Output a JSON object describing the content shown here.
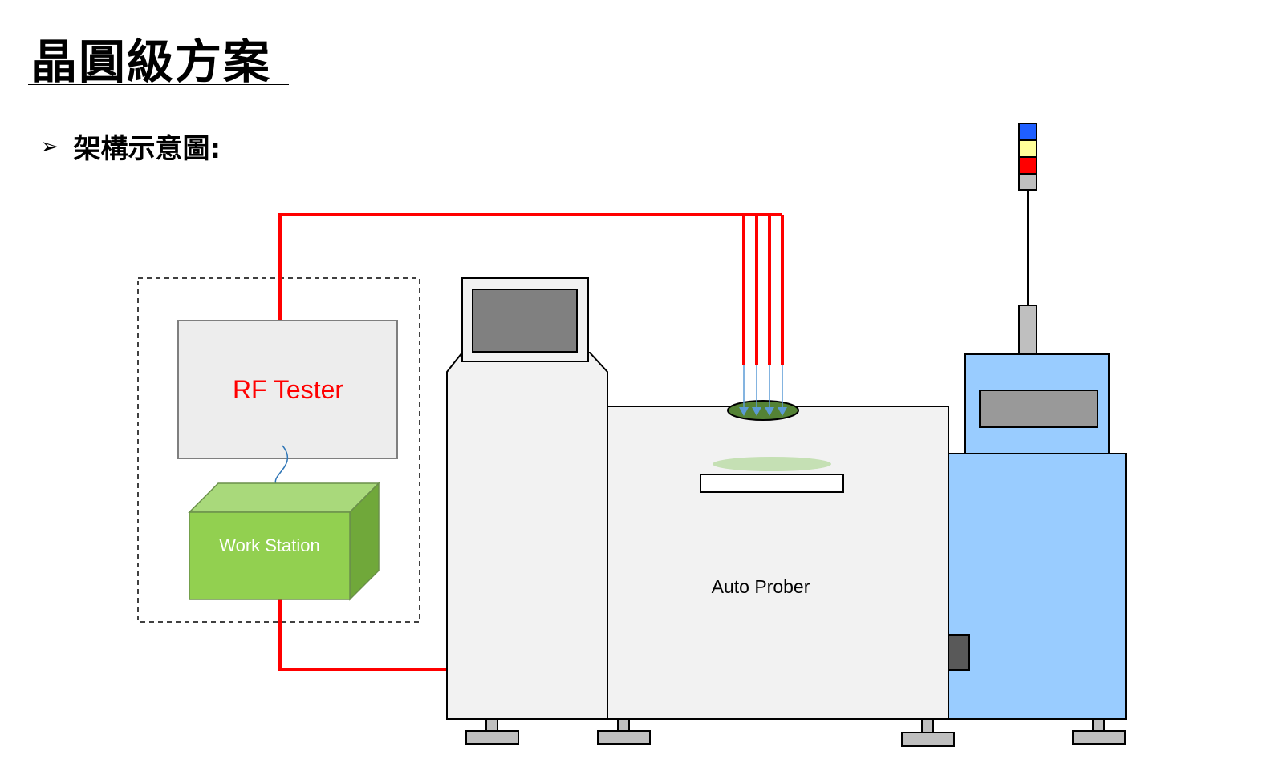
{
  "title": "晶圓級方案",
  "bullet": {
    "marker": "➢",
    "text": "架構示意圖:"
  },
  "diagram": {
    "rf_tester_label": "RF Tester",
    "work_station_label": "Work Station",
    "auto_prober_label": "Auto Prober"
  },
  "colors": {
    "cable_red": "#ff0000",
    "rf_tester_text": "#ff0000",
    "machine_gray": "#f2f2f2",
    "screen_gray": "#808080",
    "loader_blue": "#99ccff",
    "workstation_green": "#92d050",
    "tower_blue": "#1f5fff",
    "tower_yellow": "#ffff99",
    "tower_red": "#ff0000"
  }
}
